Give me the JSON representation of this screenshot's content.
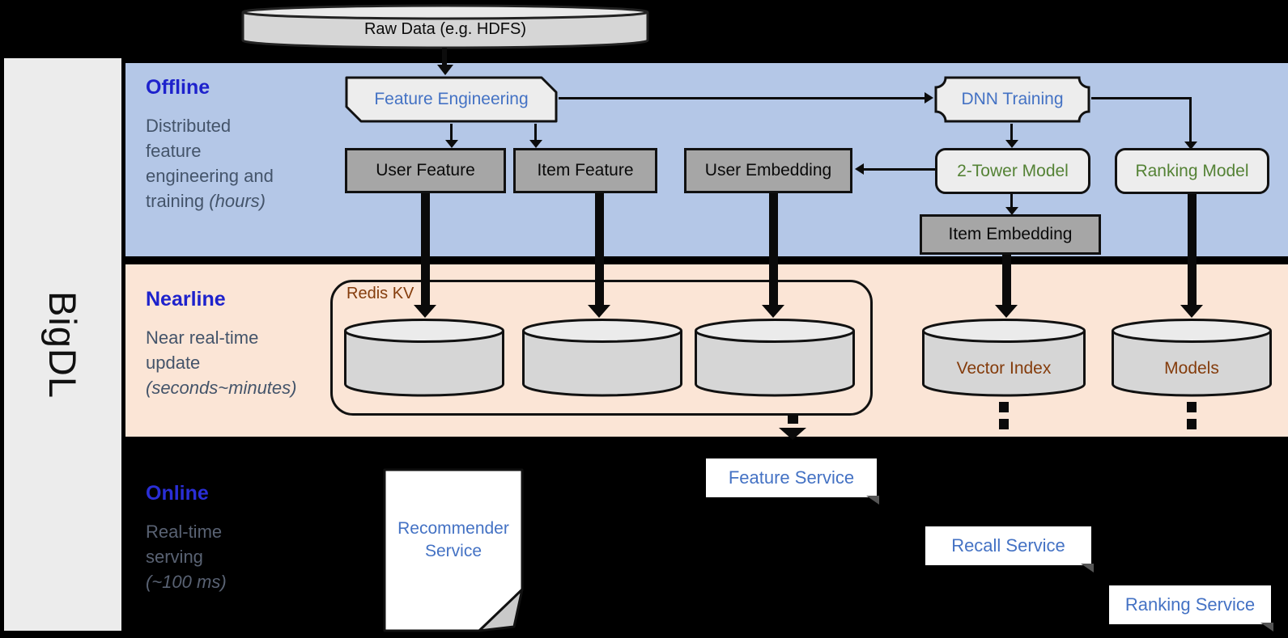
{
  "brand": {
    "label": "BigDL"
  },
  "raw_data": {
    "label": "Raw Data (e.g. HDFS)"
  },
  "sections": {
    "offline": {
      "title": "Offline",
      "desc_lines": [
        "Distributed",
        "feature",
        "engineering and",
        "training"
      ],
      "desc_em": "(hours)"
    },
    "nearline": {
      "title": "Nearline",
      "desc_lines": [
        "Near real-time",
        "update"
      ],
      "desc_em": "(seconds~minutes)"
    },
    "online": {
      "title": "Online",
      "desc_lines": [
        "Real-time",
        "serving"
      ],
      "desc_em": "(~100 ms)"
    }
  },
  "offline_boxes": {
    "feature_engineering": "Feature Engineering",
    "dnn_training": "DNN Training",
    "user_feature": "User Feature",
    "item_feature": "Item Feature",
    "user_embedding": "User Embedding",
    "two_tower_model": "2-Tower Model",
    "ranking_model": "Ranking Model",
    "item_embedding": "Item Embedding"
  },
  "nearline_items": {
    "redis_kv": "Redis KV",
    "vector_index": "Vector Index",
    "models": "Models"
  },
  "online_services": {
    "recommender": "Recommender Service",
    "feature": "Feature Service",
    "recall": "Recall Service",
    "ranking": "Ranking Service"
  },
  "colors": {
    "offline_bg": "#b4c7e7",
    "nearline_bg": "#fbe5d6",
    "online_bg": "#000000",
    "sidebar_bg": "#ececec",
    "section_title_blue": "#1e22cc",
    "desc_gray": "#44546a",
    "box_text_blue": "#4472c4",
    "box_text_green": "#548235",
    "db_text_brown": "#843c0c",
    "gray_box_fill": "#a6a6a6",
    "light_box_fill": "#ededed"
  }
}
